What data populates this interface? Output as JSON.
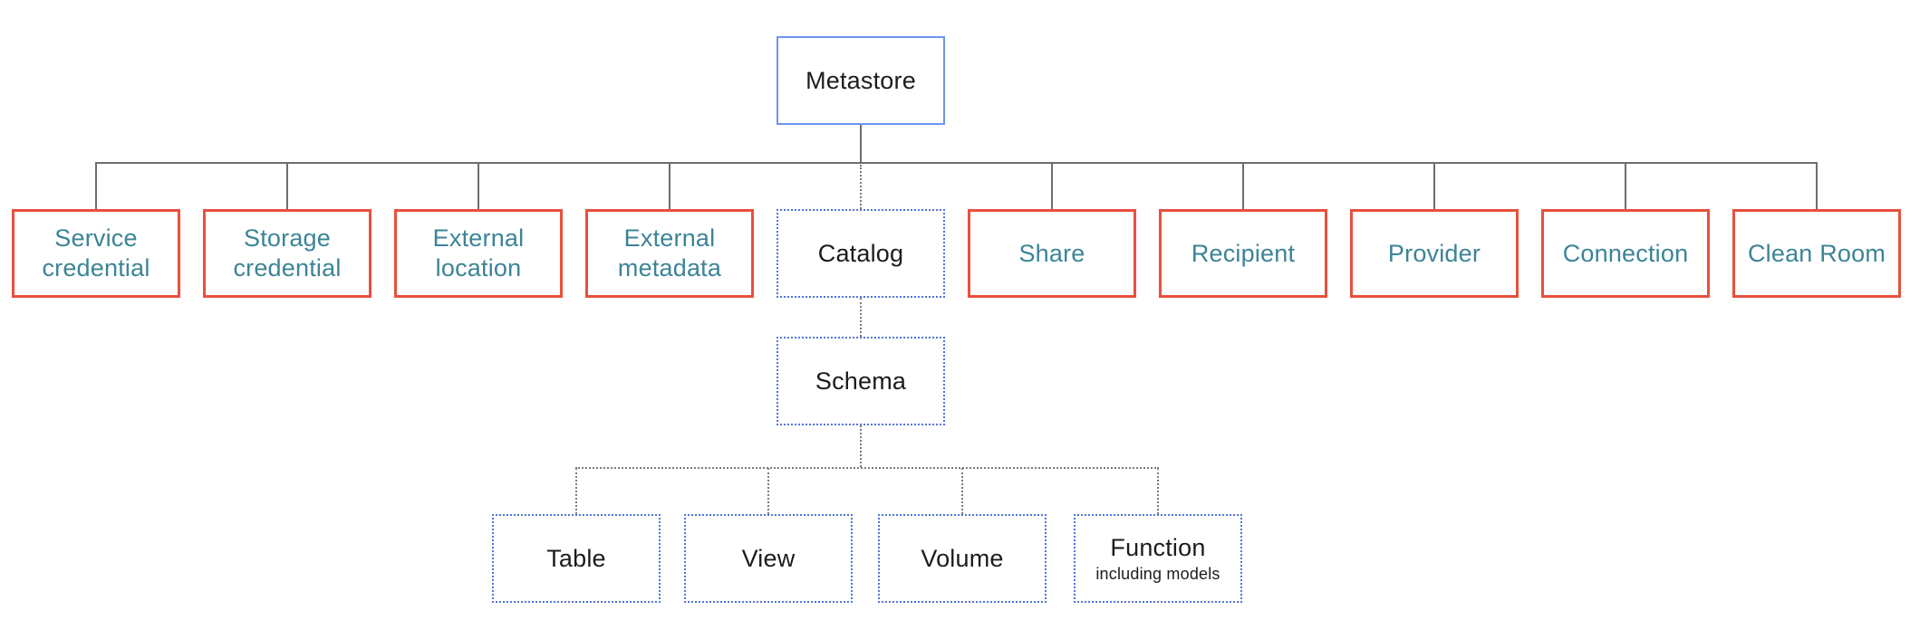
{
  "diagram": {
    "root": {
      "label": "Metastore",
      "style": "solid-blue-border"
    },
    "level2": [
      {
        "label": "Service credential",
        "style": "solid-red-border-teal-text"
      },
      {
        "label": "Storage credential",
        "style": "solid-red-border-teal-text"
      },
      {
        "label": "External location",
        "style": "solid-red-border-teal-text"
      },
      {
        "label": "External metadata",
        "style": "solid-red-border-teal-text"
      },
      {
        "label": "Catalog",
        "style": "dotted-blue-border"
      },
      {
        "label": "Share",
        "style": "solid-red-border-teal-text"
      },
      {
        "label": "Recipient",
        "style": "solid-red-border-teal-text"
      },
      {
        "label": "Provider",
        "style": "solid-red-border-teal-text"
      },
      {
        "label": "Connection",
        "style": "solid-red-border-teal-text"
      },
      {
        "label": "Clean Room",
        "style": "solid-red-border-teal-text"
      }
    ],
    "level3": [
      {
        "label": "Schema",
        "style": "dotted-blue-border"
      }
    ],
    "level4": [
      {
        "label": "Table",
        "style": "dotted-blue-border"
      },
      {
        "label": "View",
        "style": "dotted-blue-border"
      },
      {
        "label": "Volume",
        "style": "dotted-blue-border"
      },
      {
        "label": "Function",
        "sublabel": "including models",
        "style": "dotted-blue-border"
      }
    ]
  },
  "colors": {
    "red_border": "#e8503d",
    "teal_text": "#3c8496",
    "blue_solid_border": "#6e92ef",
    "blue_dotted_border": "#4f74e3",
    "connector_gray": "#6e6e6e",
    "text_black": "#1c1c1c",
    "background": "#ffffff"
  }
}
